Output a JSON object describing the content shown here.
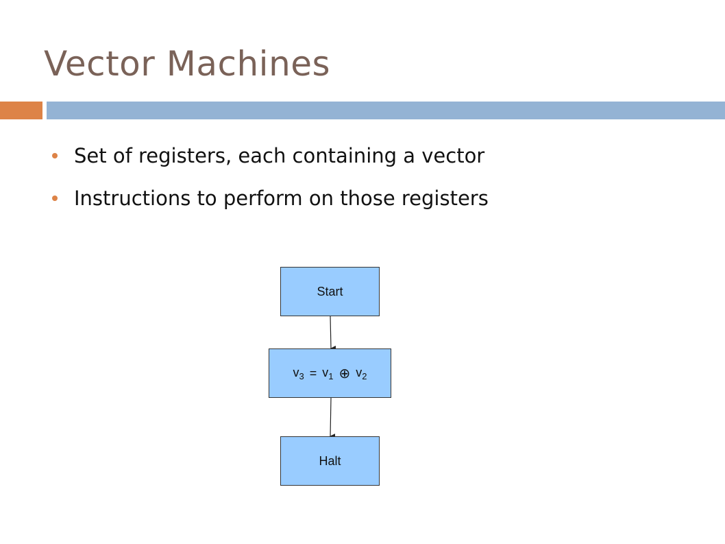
{
  "slide": {
    "title": "Vector Machines",
    "bullets": [
      "Set of registers, each containing a vector",
      "Instructions to perform on those registers"
    ]
  },
  "flowchart": {
    "start_label": "Start",
    "op": {
      "lhs": "v",
      "lhs_sub": "3",
      "eq": "=",
      "a": "v",
      "a_sub": "1",
      "operator": "⊕",
      "b": "v",
      "b_sub": "2"
    },
    "halt_label": "Halt"
  },
  "colors": {
    "title": "#7a6258",
    "accent_orange": "#dd8347",
    "accent_blue": "#94b3d4",
    "node_fill": "#99ccff"
  }
}
